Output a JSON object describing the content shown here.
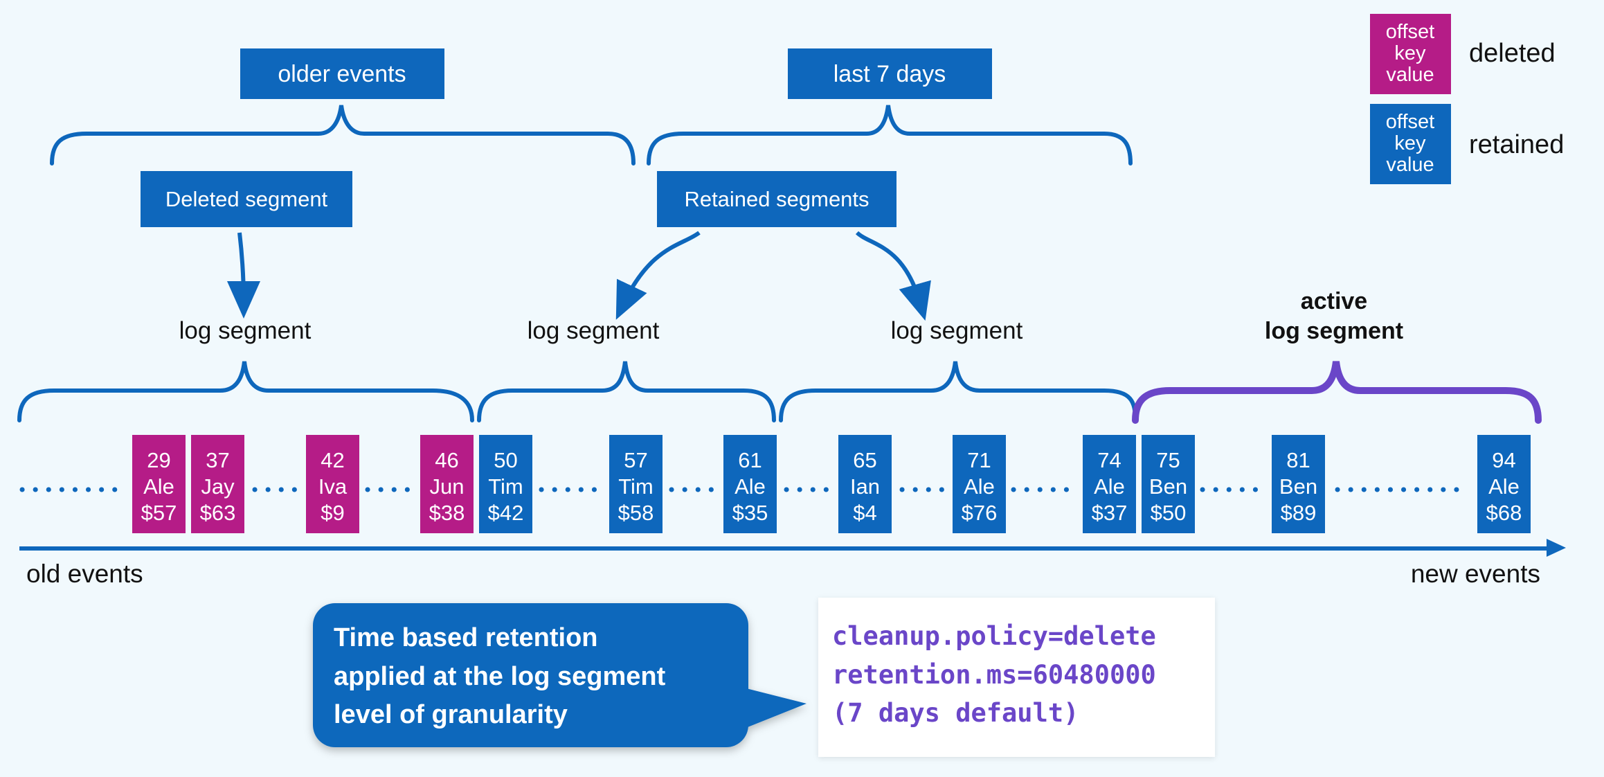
{
  "colors": {
    "background": "#f1f9fd",
    "blue": "#0e67bc",
    "magenta": "#b51c87",
    "purple": "#6a46c8",
    "dark_text": "#111111",
    "white": "#ffffff"
  },
  "top_labels": {
    "older_events": "older events",
    "last_7_days": "last 7 days",
    "deleted_segment": "Deleted segment",
    "retained_segments": "Retained segments"
  },
  "segment_labels": {
    "seg1": "log segment",
    "seg2": "log segment",
    "seg3": "log segment",
    "active_line1": "active",
    "active_line2": "log segment"
  },
  "legend": {
    "deleted": {
      "box_lines": [
        "offset",
        "key",
        "value"
      ],
      "label": "deleted"
    },
    "retained": {
      "box_lines": [
        "offset",
        "key",
        "value"
      ],
      "label": "retained"
    }
  },
  "records": [
    {
      "offset": "29",
      "key": "Ale",
      "value": "$57",
      "status": "deleted"
    },
    {
      "offset": "37",
      "key": "Jay",
      "value": "$63",
      "status": "deleted"
    },
    {
      "offset": "42",
      "key": "Iva",
      "value": "$9",
      "status": "deleted"
    },
    {
      "offset": "46",
      "key": "Jun",
      "value": "$38",
      "status": "deleted"
    },
    {
      "offset": "50",
      "key": "Tim",
      "value": "$42",
      "status": "retained"
    },
    {
      "offset": "57",
      "key": "Tim",
      "value": "$58",
      "status": "retained"
    },
    {
      "offset": "61",
      "key": "Ale",
      "value": "$35",
      "status": "retained"
    },
    {
      "offset": "65",
      "key": "Ian",
      "value": "$4",
      "status": "retained"
    },
    {
      "offset": "71",
      "key": "Ale",
      "value": "$76",
      "status": "retained"
    },
    {
      "offset": "74",
      "key": "Ale",
      "value": "$37",
      "status": "retained"
    },
    {
      "offset": "75",
      "key": "Ben",
      "value": "$50",
      "status": "retained"
    },
    {
      "offset": "81",
      "key": "Ben",
      "value": "$89",
      "status": "retained"
    },
    {
      "offset": "94",
      "key": "Ale",
      "value": "$68",
      "status": "retained"
    }
  ],
  "timeline": {
    "old_label": "old events",
    "new_label": "new events"
  },
  "callout": {
    "lines": [
      "Time based retention",
      "applied at the log segment",
      "level of granularity"
    ]
  },
  "config": {
    "lines": [
      "cleanup.policy=delete",
      "retention.ms=60480000",
      "(7 days default)"
    ]
  }
}
